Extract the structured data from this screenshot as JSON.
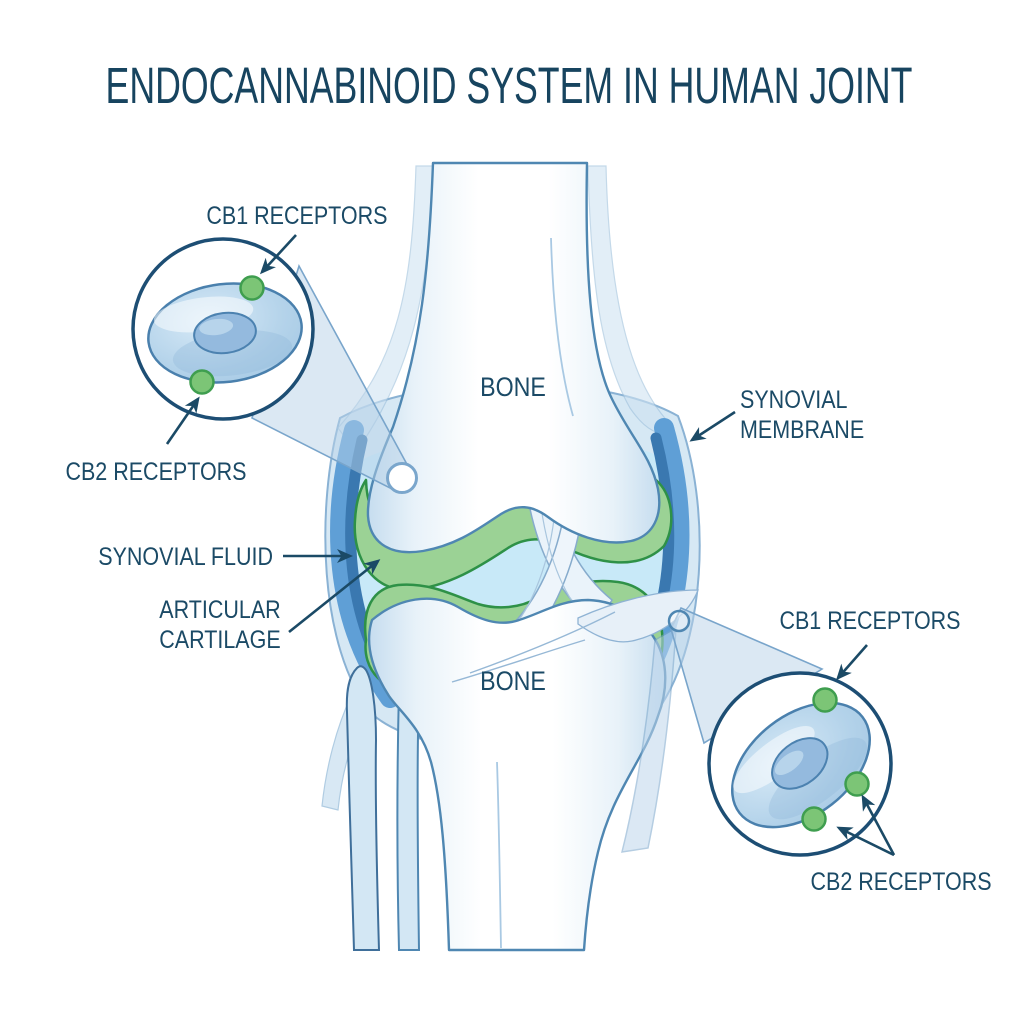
{
  "title": "ENDOCANNABINOID SYSTEM IN HUMAN JOINT",
  "diagram": {
    "labels": {
      "bone_upper": "BONE",
      "bone_lower": "BONE",
      "synovial_membrane_line1": "SYNOVIAL",
      "synovial_membrane_line2": "MEMBRANE",
      "synovial_fluid": "SYNOVIAL FLUID",
      "articular_cartilage_line1": "ARTICULAR",
      "articular_cartilage_line2": "CARTILAGE"
    },
    "inset_left": {
      "cb1_label": "CB1 RECEPTORS",
      "cb2_label": "CB2 RECEPTORS",
      "cb1_receptor_dots": 1,
      "cb2_receptor_dots": 1
    },
    "inset_right": {
      "cb1_label": "CB1 RECEPTORS",
      "cb2_label": "CB2 RECEPTORS",
      "cb1_receptor_dots": 1,
      "cb2_receptor_dots": 2
    },
    "colors": {
      "label_navy": "#1b4a66",
      "inset_ring": "#1d4e74",
      "bone_outline": "#4f87b2",
      "bone_shade": "#c6ddef",
      "capsule_fill": "#d6e8f4",
      "capsule_stroke": "#8ab2d4",
      "synovial_membrane_medium": "#5f9fd6",
      "synovial_membrane_dark": "#3a78b0",
      "synovial_fluid": "#c8e9f8",
      "cartilage_green": "#9bd295",
      "cartilage_edge": "#2e9147",
      "receptor_green": "#7cc576",
      "receptor_edge": "#3f9e4f",
      "cell_fill": "#b4d3ea",
      "cell_nucleus": "#94bade"
    }
  }
}
